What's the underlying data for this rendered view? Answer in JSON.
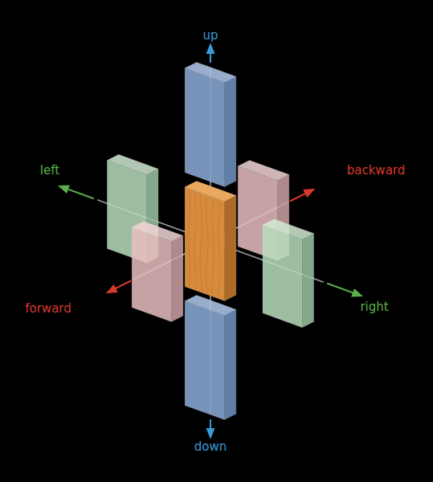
{
  "diagram": {
    "labels": [
      "up",
      "left",
      "backward",
      "forward",
      "right",
      "down"
    ]
  }
}
